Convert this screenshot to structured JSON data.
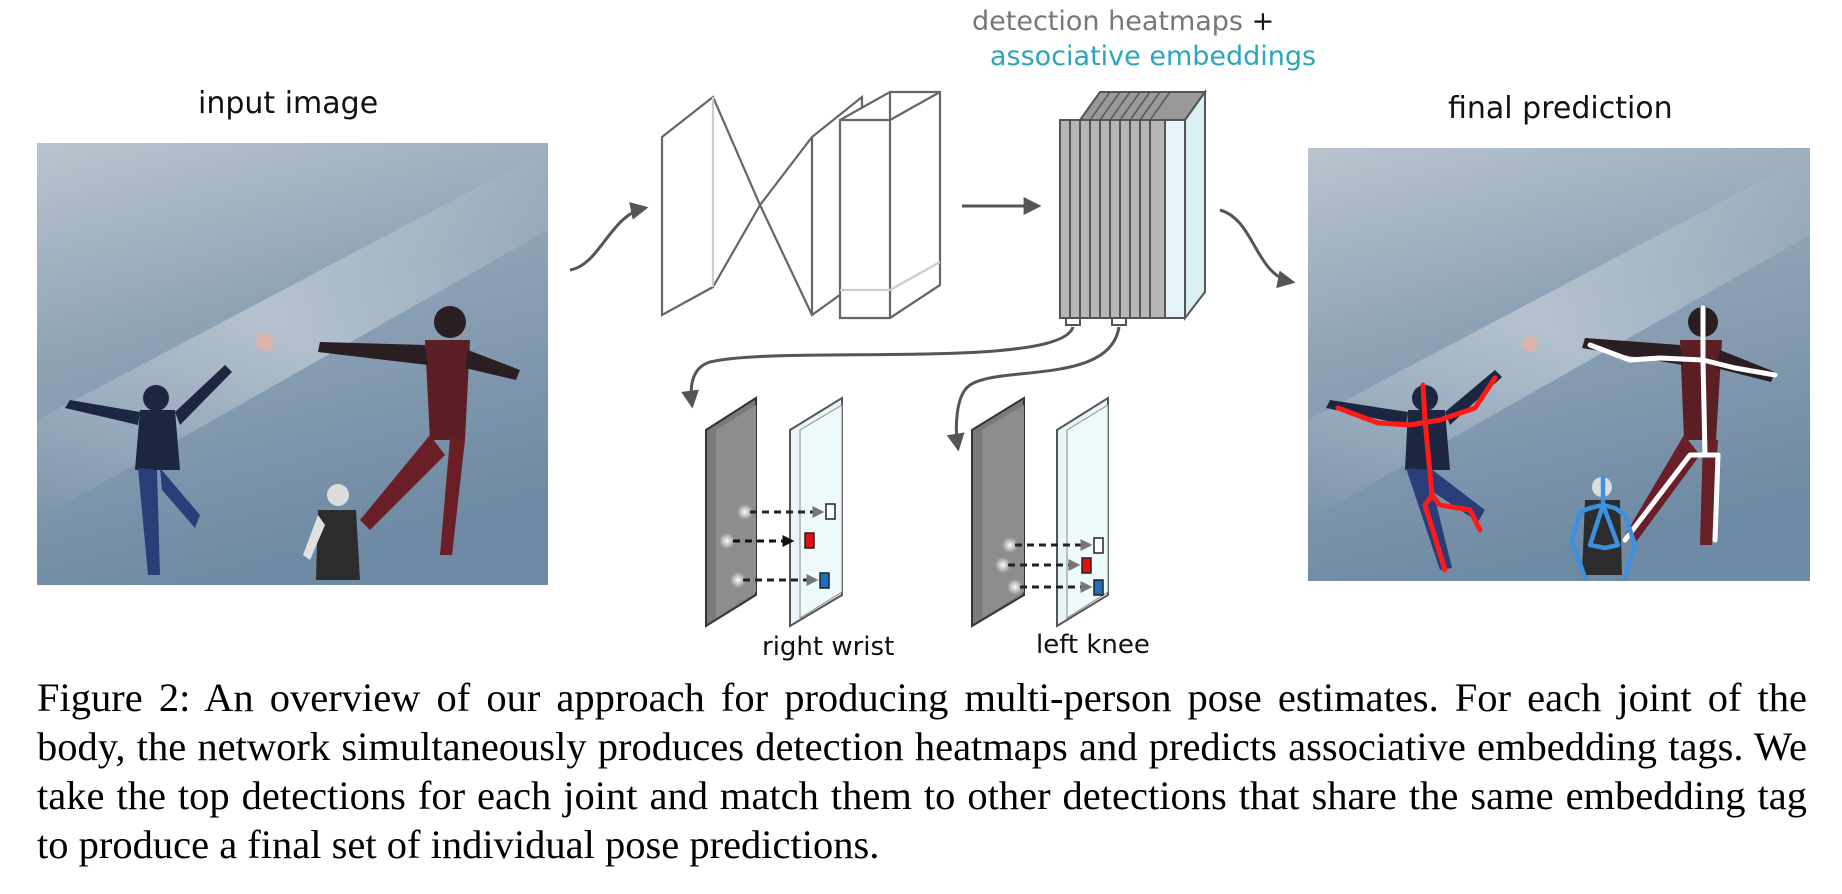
{
  "labels": {
    "input_image": "input image",
    "heatmaps": "detection heatmaps",
    "plus": "+",
    "embeddings": "associative embeddings",
    "final_prediction": "final prediction",
    "right_wrist": "right wrist",
    "left_knee": "left knee"
  },
  "caption": "Figure 2: An overview of our approach for producing multi-person pose estimates. For each joint of the body, the network simultaneously produces detection heatmaps and predicts associative embedding tags. We take the top detections for each joint and match them to other detections that share the same embedding tag to produce a final set of individual pose predictions.",
  "colors": {
    "embeddings_text": "#2aa7b8",
    "heatmaps_text": "#777777",
    "person_red": "#ff1a1a",
    "person_white": "#ffffff",
    "person_blue": "#3d8fe0"
  }
}
